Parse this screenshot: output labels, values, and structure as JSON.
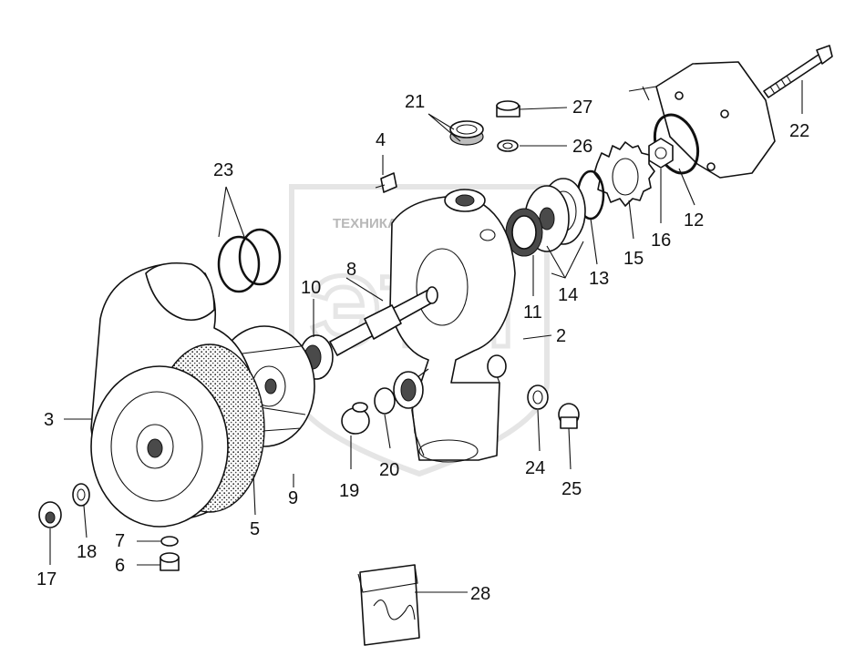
{
  "watermark": {
    "text": "ТЕХНИКА ЗАПЧАСТИ",
    "letters": "ЭТП"
  },
  "callouts": [
    {
      "id": "c2",
      "label": "2"
    },
    {
      "id": "c3",
      "label": "3"
    },
    {
      "id": "c4",
      "label": "4"
    },
    {
      "id": "c5",
      "label": "5"
    },
    {
      "id": "c6",
      "label": "6"
    },
    {
      "id": "c7",
      "label": "7"
    },
    {
      "id": "c8",
      "label": "8"
    },
    {
      "id": "c9",
      "label": "9"
    },
    {
      "id": "c10",
      "label": "10"
    },
    {
      "id": "c11",
      "label": "11"
    },
    {
      "id": "c12",
      "label": "12"
    },
    {
      "id": "c13",
      "label": "13"
    },
    {
      "id": "c14",
      "label": "14"
    },
    {
      "id": "c15",
      "label": "15"
    },
    {
      "id": "c16",
      "label": "16"
    },
    {
      "id": "c17",
      "label": "17"
    },
    {
      "id": "c18",
      "label": "18"
    },
    {
      "id": "c19",
      "label": "19"
    },
    {
      "id": "c20",
      "label": "20"
    },
    {
      "id": "c21",
      "label": "21"
    },
    {
      "id": "c22",
      "label": "22"
    },
    {
      "id": "c23",
      "label": "23"
    },
    {
      "id": "c24",
      "label": "24"
    },
    {
      "id": "c25",
      "label": "25"
    },
    {
      "id": "c26",
      "label": "26"
    },
    {
      "id": "c27",
      "label": "27"
    },
    {
      "id": "c28",
      "label": "28"
    }
  ]
}
